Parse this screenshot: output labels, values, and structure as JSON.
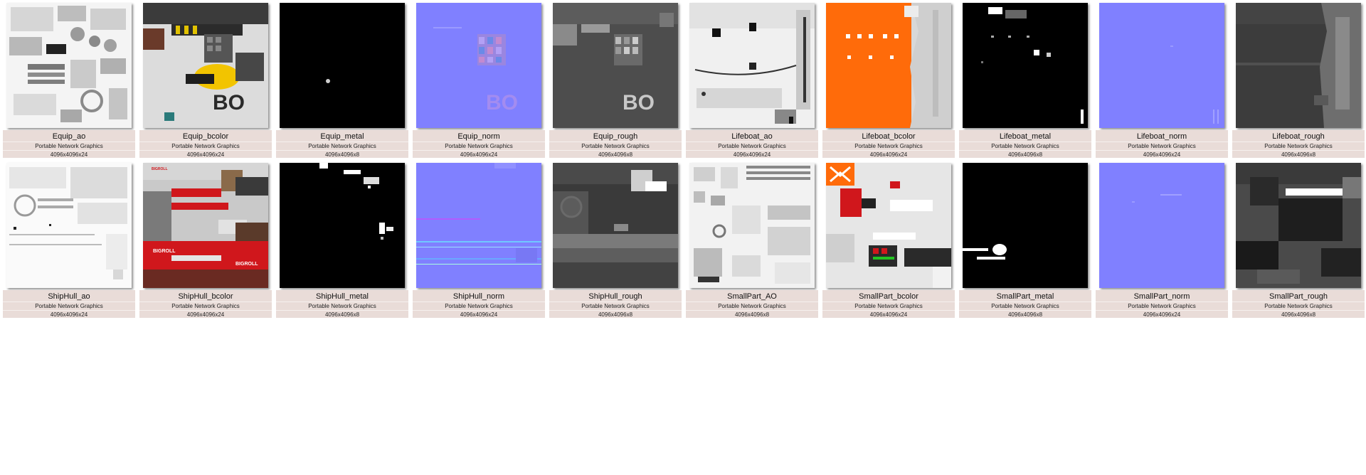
{
  "view": {
    "type_label": "Portable Network Graphics"
  },
  "files": [
    {
      "name": "Equip_ao",
      "type": "Portable Network Graphics",
      "dimensions": "4096x4096x24",
      "preview": "ao"
    },
    {
      "name": "Equip_bcolor",
      "type": "Portable Network Graphics",
      "dimensions": "4096x4096x24",
      "preview": "equip-bcolor"
    },
    {
      "name": "Equip_metal",
      "type": "Portable Network Graphics",
      "dimensions": "4096x4096x8",
      "preview": "metal-black-dot"
    },
    {
      "name": "Equip_norm",
      "type": "Portable Network Graphics",
      "dimensions": "4096x4096x24",
      "preview": "normal-grid"
    },
    {
      "name": "Equip_rough",
      "type": "Portable Network Graphics",
      "dimensions": "4096x4096x8",
      "preview": "rough-grid"
    },
    {
      "name": "Lifeboat_ao",
      "type": "Portable Network Graphics",
      "dimensions": "4096x4096x24",
      "preview": "ao-light"
    },
    {
      "name": "Lifeboat_bcolor",
      "type": "Portable Network Graphics",
      "dimensions": "4096x4096x24",
      "preview": "orange"
    },
    {
      "name": "Lifeboat_metal",
      "type": "Portable Network Graphics",
      "dimensions": "4096x4096x8",
      "preview": "metal-specks"
    },
    {
      "name": "Lifeboat_norm",
      "type": "Portable Network Graphics",
      "dimensions": "4096x4096x24",
      "preview": "normal-flat"
    },
    {
      "name": "Lifeboat_rough",
      "type": "Portable Network Graphics",
      "dimensions": "4096x4096x8",
      "preview": "rough-dark"
    },
    {
      "name": "ShipHull_ao",
      "type": "Portable Network Graphics",
      "dimensions": "4096x4096x24",
      "preview": "ao-white"
    },
    {
      "name": "ShipHull_bcolor",
      "type": "Portable Network Graphics",
      "dimensions": "4096x4096x24",
      "preview": "hull-bcolor"
    },
    {
      "name": "ShipHull_metal",
      "type": "Portable Network Graphics",
      "dimensions": "4096x4096x8",
      "preview": "metal-top"
    },
    {
      "name": "ShipHull_norm",
      "type": "Portable Network Graphics",
      "dimensions": "4096x4096x24",
      "preview": "normal-lines"
    },
    {
      "name": "ShipHull_rough",
      "type": "Portable Network Graphics",
      "dimensions": "4096x4096x8",
      "preview": "rough-hull"
    },
    {
      "name": "SmallPart_AO",
      "type": "Portable Network Graphics",
      "dimensions": "4096x4096x8",
      "preview": "ao-parts"
    },
    {
      "name": "SmallPart_bcolor",
      "type": "Portable Network Graphics",
      "dimensions": "4096x4096x24",
      "preview": "smallpart-bcolor"
    },
    {
      "name": "SmallPart_metal",
      "type": "Portable Network Graphics",
      "dimensions": "4096x4096x8",
      "preview": "metal-blob"
    },
    {
      "name": "SmallPart_norm",
      "type": "Portable Network Graphics",
      "dimensions": "4096x4096x24",
      "preview": "normal-flat"
    },
    {
      "name": "SmallPart_rough",
      "type": "Portable Network Graphics",
      "dimensions": "4096x4096x8",
      "preview": "rough-smallpart"
    }
  ],
  "thumb_texts": {
    "bigroll": "BIGROLL",
    "bo": "BO"
  },
  "colors": {
    "caption_bg": "#e9dcd8",
    "normal_blue": "#8080ff",
    "orange": "#ff6b0a",
    "hull_red": "#d0171c"
  }
}
